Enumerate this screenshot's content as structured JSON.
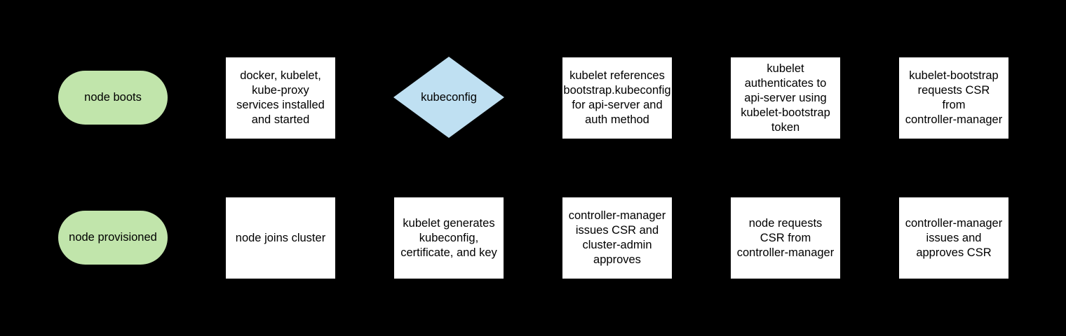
{
  "diagram": {
    "title": "kubernetes node bootstrap flowchart",
    "colors": {
      "background": "#000000",
      "terminator_fill": "#c1e5ab",
      "decision_fill": "#bfe0f2",
      "process_fill": "#ffffff",
      "text": "#000000"
    },
    "nodes": [
      {
        "id": "node-boots",
        "type": "terminator",
        "row": 1,
        "col": 1,
        "label": "node boots"
      },
      {
        "id": "services-installed",
        "type": "process",
        "row": 1,
        "col": 2,
        "label": "docker, kubelet,\nkube-proxy\nservices installed\nand started"
      },
      {
        "id": "kubeconfig-decision",
        "type": "decision",
        "row": 1,
        "col": 3,
        "label": "kubeconfig"
      },
      {
        "id": "kubelet-references",
        "type": "process",
        "row": 1,
        "col": 4,
        "label": "kubelet references\nbootstrap.kubeconfig\nfor api-server and\nauth method"
      },
      {
        "id": "kubelet-authenticates",
        "type": "process",
        "row": 1,
        "col": 5,
        "label": "kubelet\nauthenticates to\napi-server using\nkubelet-bootstrap\ntoken"
      },
      {
        "id": "bootstrap-requests-csr",
        "type": "process",
        "row": 1,
        "col": 6,
        "label": "kubelet-bootstrap\nrequests CSR\nfrom\ncontroller-manager"
      },
      {
        "id": "node-provisioned",
        "type": "terminator",
        "row": 2,
        "col": 1,
        "label": "node provisioned"
      },
      {
        "id": "node-joins-cluster",
        "type": "process",
        "row": 2,
        "col": 2,
        "label": "node joins cluster"
      },
      {
        "id": "kubelet-generates",
        "type": "process",
        "row": 2,
        "col": 3,
        "label": "kubelet generates\nkubeconfig,\ncertificate, and key"
      },
      {
        "id": "cm-issues-admin-approves",
        "type": "process",
        "row": 2,
        "col": 4,
        "label": "controller-manager\nissues CSR and\ncluster-admin\napproves"
      },
      {
        "id": "node-requests-csr",
        "type": "process",
        "row": 2,
        "col": 5,
        "label": "node requests\nCSR from\ncontroller-manager"
      },
      {
        "id": "cm-issues-and-approves",
        "type": "process",
        "row": 2,
        "col": 6,
        "label": "controller-manager\nissues and\napproves CSR"
      }
    ]
  }
}
